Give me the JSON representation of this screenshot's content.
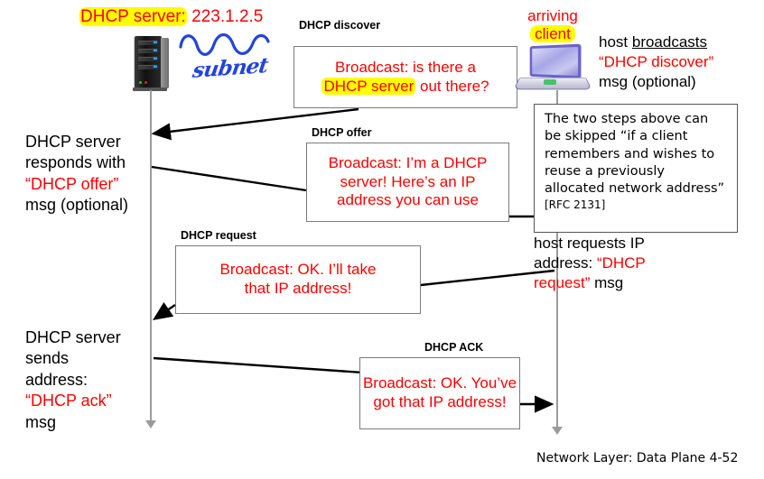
{
  "header": {
    "server_label_highlight": "DHCP server:",
    "server_label_address": " 223.1.2.5",
    "subnet_annotation": "subnet"
  },
  "icons": {
    "server": "server-tower-icon",
    "laptop": "laptop-client-icon",
    "squiggle": "handwritten-squiggle-icon"
  },
  "messages": [
    {
      "label": "DHCP discover",
      "line1": "Broadcast: is there a",
      "line2_highlight": "DHCP server",
      "line2_rest": " out there?"
    },
    {
      "label": "DHCP offer",
      "line1": "Broadcast: I’m a DHCP",
      "line2": "server! Here’s an IP",
      "line3": "address you can use"
    },
    {
      "label": "DHCP request",
      "line1": "Broadcast: OK.  I’ll take",
      "line2": "that IP address!"
    },
    {
      "label": "DHCP ACK",
      "line1": "Broadcast: OK.  You’ve",
      "line2": "got that IP address!"
    }
  ],
  "left_notes": {
    "offer": {
      "line1": "DHCP server",
      "line2": "responds with",
      "line3_red": "“DHCP offer”",
      "line4": "msg (optional)"
    },
    "ack": {
      "line1": "DHCP server",
      "line2": "sends",
      "line3": "address:",
      "line4_red": "“DHCP ack”",
      "line5": "msg"
    }
  },
  "right_notes": {
    "arriving_client": {
      "line1": "arriving",
      "line2_highlight": "client"
    },
    "host_broadcast": {
      "prefix": "host ",
      "underlined": "broadcasts",
      "red_quote": "“DHCP discover”",
      "suffix": "msg (optional)"
    },
    "host_request": {
      "line1": "host requests IP",
      "line2_prefix": "address: ",
      "red_part": "“DHCP",
      "red_part2": "request”",
      "suffix": " msg"
    },
    "note_box": {
      "line1": "The two steps above can",
      "line2": "be skipped “if a client",
      "line3": "remembers and wishes to",
      "line4": "reuse a previously",
      "line5": "allocated network address”",
      "rfc": "[RFC 2131]"
    }
  },
  "footer": {
    "text": "Network Layer: Data Plane  4-52"
  },
  "colors": {
    "highlight": "#FFFF00",
    "message_red": "#FF0000",
    "annotation_blue": "#2244DD",
    "timeline_gray": "#9B9B9B",
    "box_border": "#7B7B7B"
  }
}
